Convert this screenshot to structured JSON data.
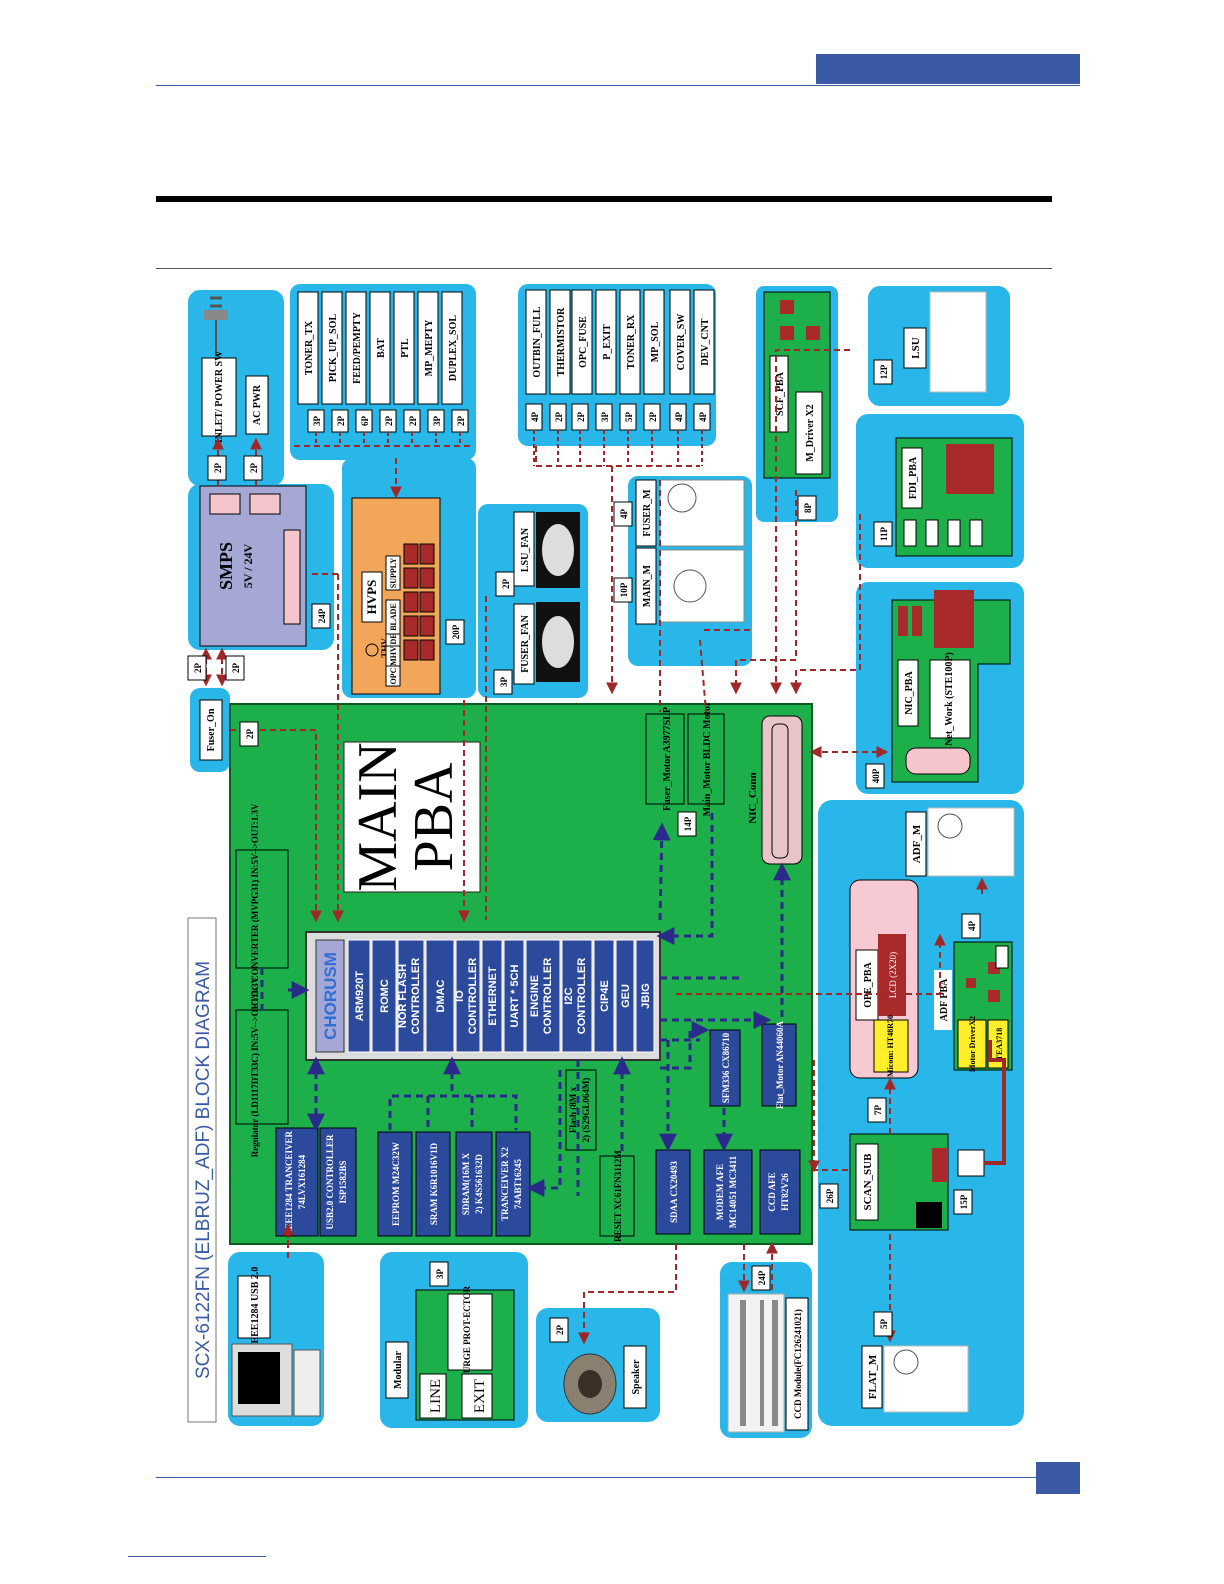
{
  "diagram_title": "SCX-6122FN (ELBRUZ_ADF) BLOCK DIAGRAM",
  "main": {
    "title_line1": "MAIN",
    "title_line2": "PBA",
    "chip_name": "CHORUSM",
    "chip_blocks": [
      "ARM920T",
      "ROMC",
      "NOR FLASH CONTROLLER",
      "DMAC",
      "IO CONTROLLER",
      "ETHERNET",
      "UART * 5CH",
      "ENGINE CONTROLLER",
      "I2C CONTROLLER",
      "CIP4E",
      "GEU",
      "JBIG"
    ],
    "dcdc": "DC/DC CONVERTER (MVPG31) IN:5V-->OUT:1.3V",
    "regulator": "Regulator (LD1117DT33C) IN:5V-->OUT:3.3V",
    "ieee": "IEEE1284 TRANCEIVER 74LVX161284",
    "usb_ctrl": "USB2.0 CONTROLLER ISP1582BS",
    "eeprom": "EEPROM M24C32W",
    "sram": "SRAM K6R1016V1D",
    "sdram": "SDRAM(16M X 2) K4S561632D",
    "tranceiver": "TRANCEIVER X2 74ABT16245",
    "flash": "Flash (8M x 2) (S29GL064M)",
    "reset": "RESET XC61FN3112M",
    "sdaa": "SDAA CX20493",
    "modem": "MODEM AFE MC14051 MC3411",
    "ccd_afe": "CCD AFE HT82V26",
    "sfm": "SFM336 CX86710",
    "flat_motor": "Flat_Motor AN44060A",
    "fuser_motor": "Fuser_Motor A3977SLP",
    "main_motor": "Main_Motor BLDC Motor",
    "nic_conn": "NIC_Conn"
  },
  "power": {
    "inlet": "INLET/ POWER SW",
    "ac_pwr": "AC PWR",
    "smps_title": "SMPS",
    "smps_volt": "5V / 24V",
    "fuser_on": "Fuser_On"
  },
  "sensors_top": [
    "TONER_TX",
    "PICK_UP_SOL",
    "FEED/PEMPTY",
    "BAT",
    "PTL",
    "MP_MEPTY",
    "DUPLEX_SOL"
  ],
  "sensors_top_pins": [
    "3P",
    "2P",
    "6P",
    "2P",
    "2P",
    "3P",
    "2P"
  ],
  "hvps": {
    "title": "HVPS",
    "labels": [
      "THV",
      "OPC",
      "MHV",
      "DEV",
      "BLADE",
      "SUPPLY"
    ]
  },
  "sensors_mid": [
    "OUTBIN_FULL",
    "THERMISTOR",
    "OPC_FUSE",
    "P_EXIT",
    "TONER_RX",
    "MP_SOL",
    "COVER_SW",
    "DEV_CNT"
  ],
  "sensors_mid_pins": [
    "4P",
    "2P",
    "2P",
    "3P",
    "5P",
    "2P",
    "4P",
    "4P"
  ],
  "fans": {
    "lsu_fan": "LSU_FAN",
    "fuser_fan": "FUSER_FAN"
  },
  "motors": {
    "fuser_m": "FUSER_M",
    "main_m": "MAIN_M"
  },
  "scf": {
    "title": "SCF_PBA",
    "driver": "M_Driver X2"
  },
  "lsu": "LSU",
  "fdi": "FDI_PBA",
  "nic": {
    "title": "NIC_PBA",
    "sub": "Net_Work (STE100P)"
  },
  "adf_m": "ADF_M",
  "ope": {
    "title": "OPE_PBA",
    "lcd": "LCD (2X20)",
    "micom": "Micom: HT48R70"
  },
  "adf_pba": {
    "title": "ADF PBA",
    "driver": "Motor DriverX2",
    "tea": "TEA3718"
  },
  "scan_sub": "SCAN_SUB",
  "flat_m": "FLAT_M",
  "ccd_module": "CCD Module(FC126241021)",
  "speaker": "Speaker",
  "modular": {
    "title": "Modular",
    "surge": "SURGE PROT-ECTOR",
    "line": "LINE",
    "exit": "EXIT"
  },
  "pc": "IEEE1284 USB 2.0",
  "pins": {
    "p2a": "2P",
    "p2b": "2P",
    "p2c": "2P",
    "p2d": "2P",
    "p24a": "24P",
    "p20": "20P",
    "p2fan": "2P",
    "p3fan": "3P",
    "p4m": "4P",
    "p10": "10P",
    "p8": "8P",
    "p12": "12P",
    "p11": "11P",
    "p40": "40P",
    "p14": "14P",
    "p4adf": "4P",
    "p7": "7P",
    "p26": "26P",
    "p15": "15P",
    "p5": "5P",
    "p24b": "24P",
    "p2spk": "2P",
    "p3mod": "3P",
    "p2fo": "2P"
  }
}
